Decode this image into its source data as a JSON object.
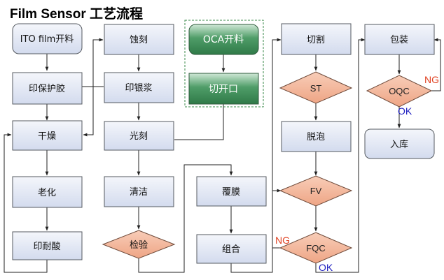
{
  "title": "Film Sensor 工艺流程",
  "col1": [
    "ITO film开料",
    "印保护胶",
    "干燥",
    "老化",
    "印耐酸"
  ],
  "col2": [
    "蚀刻",
    "印银浆",
    "光刻",
    "清洁",
    "检验"
  ],
  "oca": [
    "OCA开料",
    "切开口"
  ],
  "col3": [
    "覆膜",
    "组合"
  ],
  "col4": [
    "切割",
    "ST",
    "脱泡",
    "FV",
    "FQC"
  ],
  "col5": [
    "包装",
    "OQC",
    "入库"
  ],
  "ng_label": "NG",
  "ok_label": "OK",
  "colors": {
    "box": "#dde3f2",
    "diamond": "#f2b79a",
    "green": "#3f8f5a"
  }
}
